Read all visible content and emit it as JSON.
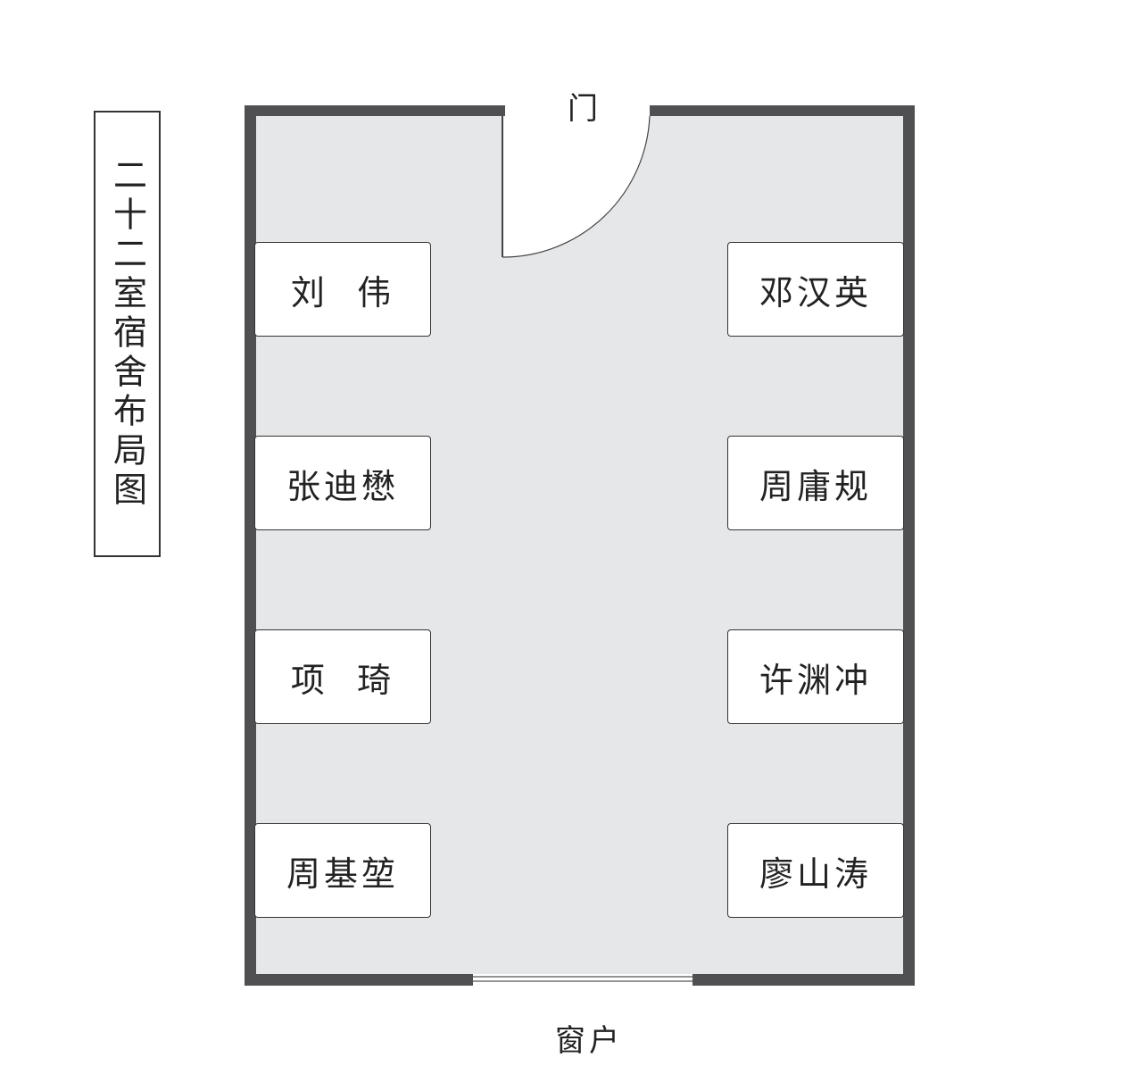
{
  "title": "二十二室宿舍布局图",
  "door_label": "门",
  "window_label": "窗户",
  "beds": {
    "left": [
      "刘  伟",
      "张迪懋",
      "项  琦",
      "周基堃"
    ],
    "right": [
      "邓汉英",
      "周庸规",
      "许渊冲",
      "廖山涛"
    ]
  },
  "colors": {
    "floor": "#e6e7e9",
    "wall": "#505052",
    "bed": "#ffffff"
  }
}
